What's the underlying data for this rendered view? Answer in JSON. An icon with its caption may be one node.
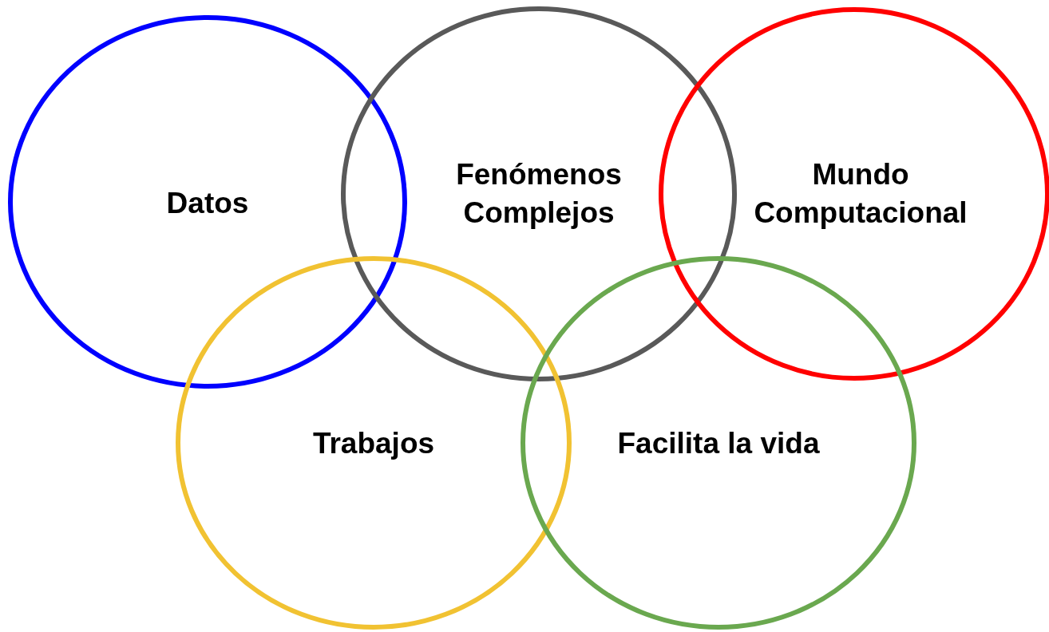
{
  "diagram": {
    "nodes": [
      {
        "text": [
          "Datos"
        ]
      },
      {
        "text": [
          "Fenómenos Complejos"
        ]
      },
      {
        "text": [
          "Mundo Computacional"
        ]
      },
      {
        "text": [
          "Trabajos"
        ]
      },
      {
        "text": [
          "Facilita la vida"
        ]
      }
    ],
    "edges": []
  }
}
